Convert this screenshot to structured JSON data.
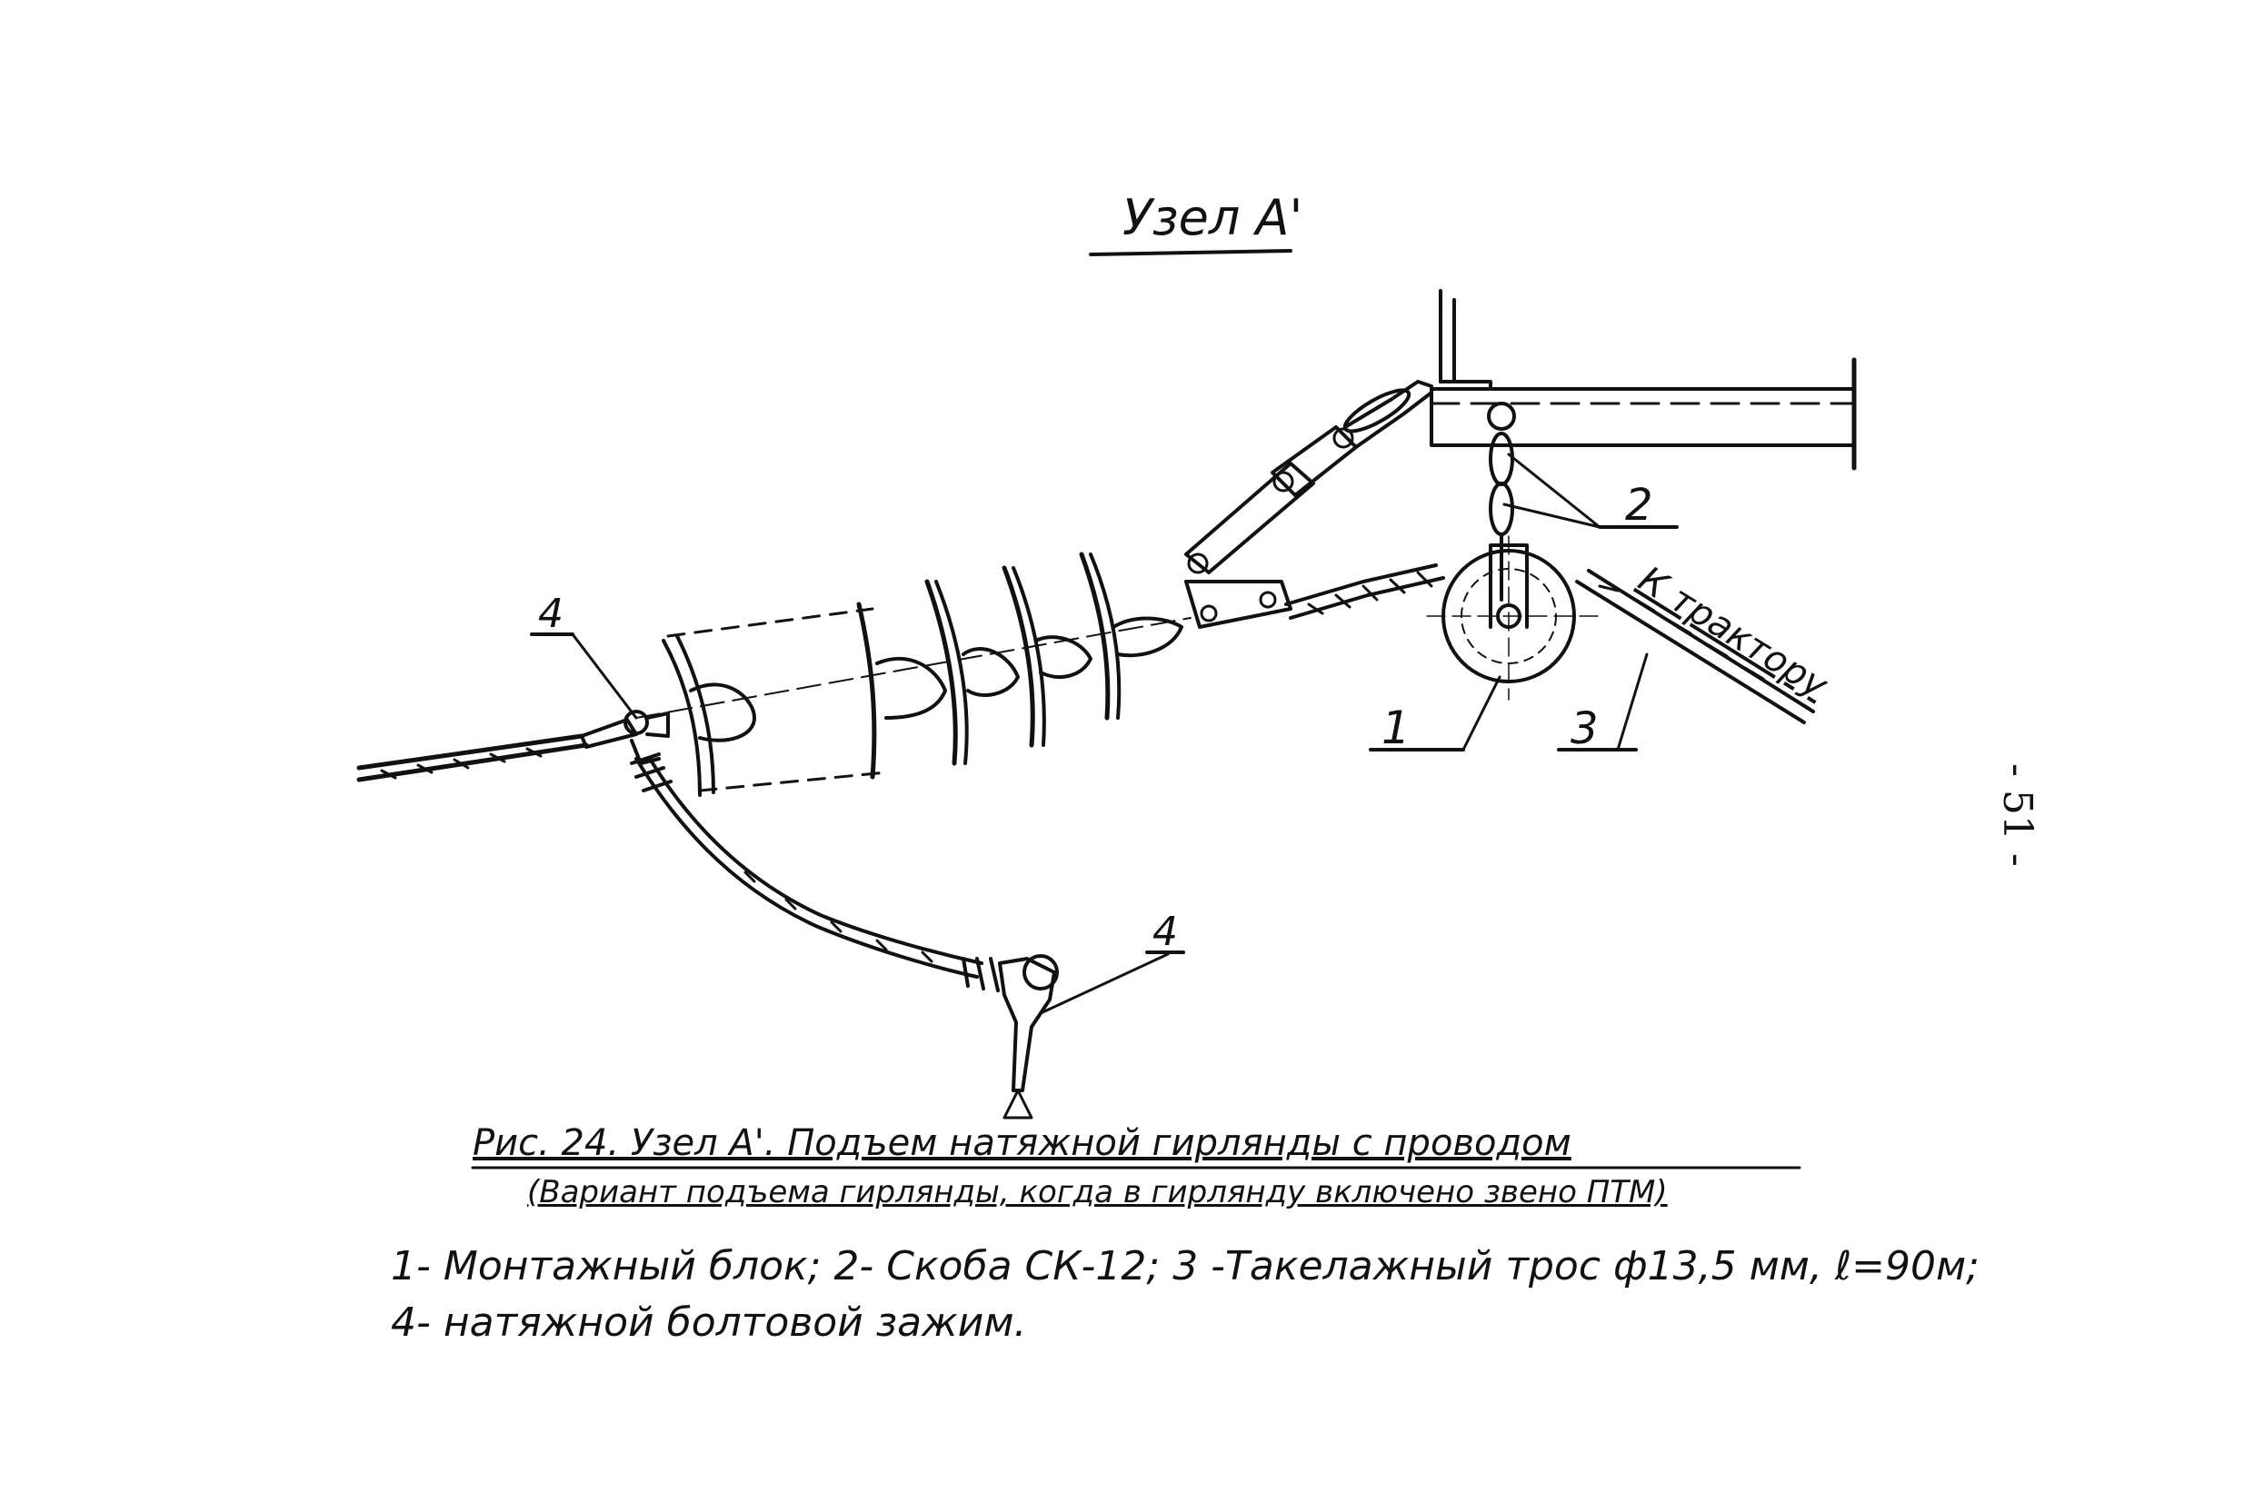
{
  "title": "Узел А'",
  "callouts": {
    "one": "1",
    "two": "2",
    "three": "3",
    "four_upper": "4",
    "four_lower": "4",
    "to_tractor": "К трактору"
  },
  "caption": {
    "line1": "Рис. 24. Узел А'.     Подъем натяжной гирлянды с проводом",
    "line2": "(Вариант подъема гирлянды, когда в гирлянду включено звено ПТМ)"
  },
  "legend": {
    "line1": "1- Монтажный блок; 2- Скоба СК-12; 3 -Такелажный трос ф13,5 мм, ℓ=90м;",
    "line2": "4- натяжной болтовой зажим."
  },
  "page_number": "- 51 -"
}
